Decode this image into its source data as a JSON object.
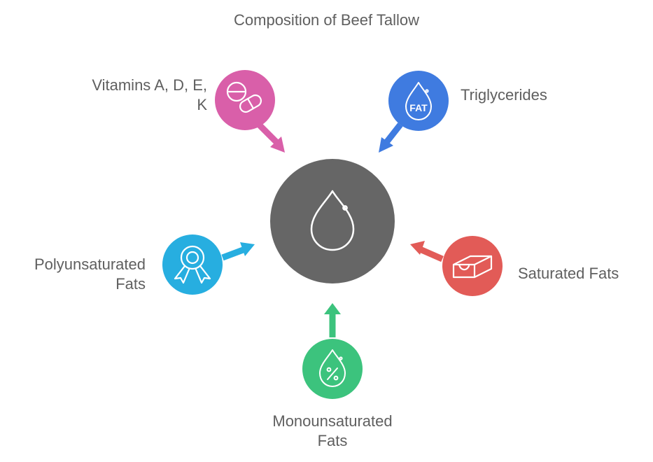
{
  "title": "Composition of Beef Tallow",
  "center": {
    "icon": "droplet-icon",
    "color": "#666666"
  },
  "nodes": [
    {
      "id": "vitamins",
      "label_lines": [
        "Vitamins A, D, E,",
        "K"
      ],
      "icon": "pills-icon",
      "color": "#d95fa9"
    },
    {
      "id": "triglycerides",
      "label_lines": [
        "Triglycerides"
      ],
      "icon": "fat-drop-icon",
      "icon_text": "FAT",
      "color": "#3f7be0"
    },
    {
      "id": "saturated",
      "label_lines": [
        "Saturated Fats"
      ],
      "icon": "butter-block-icon",
      "color": "#e25b57"
    },
    {
      "id": "monounsaturated",
      "label_lines": [
        "Monounsaturated",
        "Fats"
      ],
      "icon": "percent-drop-icon",
      "color": "#3cc37d"
    },
    {
      "id": "polyunsaturated",
      "label_lines": [
        "Polyunsaturated",
        "Fats"
      ],
      "icon": "award-ribbon-icon",
      "color": "#27aee0"
    }
  ]
}
